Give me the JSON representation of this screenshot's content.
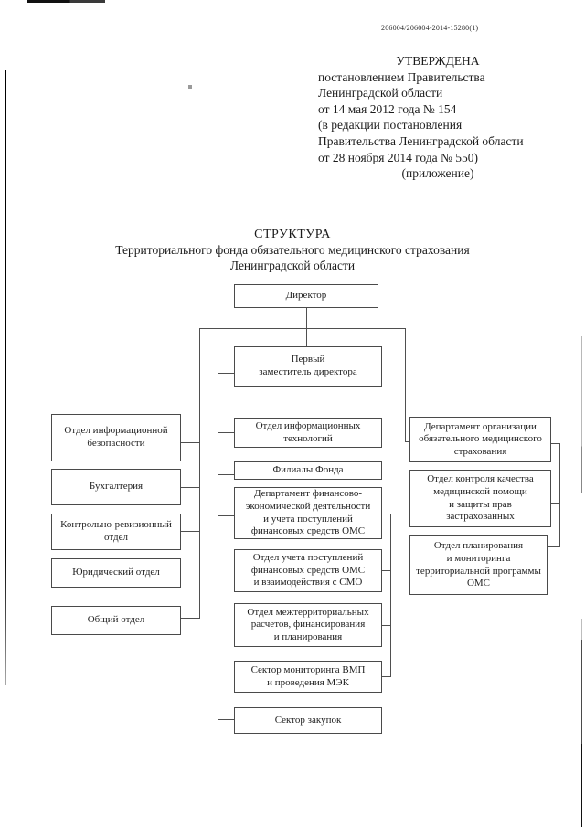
{
  "colors": {
    "paper": "#ffffff",
    "ink": "#1b1b1b",
    "connector_line": "#4f4f4f",
    "box_border": "#4a4a4a"
  },
  "doc_number": "206004/206004-2014-15280(1)",
  "approval": {
    "lines": [
      "УТВЕРЖДЕНА",
      "постановлением Правительства",
      "Ленинградской области",
      "от 14 мая 2012 года № 154",
      "(в редакции постановления",
      "Правительства Ленинградской области",
      "от 28 ноября 2014 года № 550)",
      "(приложение)"
    ]
  },
  "title": {
    "lines": [
      "СТРУКТУРА",
      "Территориального фонда обязательного медицинского страхования",
      "Ленинградской области"
    ]
  },
  "org": {
    "director": {
      "label": [
        "Директор"
      ]
    },
    "first_deputy": {
      "label": [
        "Первый",
        "заместитель директора"
      ]
    },
    "left_column": [
      {
        "label": [
          "Отдел информационной",
          "безопасности"
        ]
      },
      {
        "label": [
          "Бухгалтерия"
        ]
      },
      {
        "label": [
          "Контрольно-ревизионный",
          "отдел"
        ]
      },
      {
        "label": [
          "Юридический отдел"
        ]
      },
      {
        "label": [
          "Общий отдел"
        ]
      }
    ],
    "middle_column": [
      {
        "label": [
          "Отдел информационных",
          "технологий"
        ]
      },
      {
        "label": [
          "Филиалы Фонда"
        ]
      },
      {
        "label": [
          "Департамент финансово-",
          "экономической деятельности",
          "и учета поступлений",
          "финансовых средств ОМС"
        ]
      },
      {
        "label": [
          "Отдел учета поступлений",
          "финансовых средств ОМС",
          "и взаимодействия с СМО"
        ]
      },
      {
        "label": [
          "Отдел межтерриториальных",
          "расчетов, финансирования",
          "и планирования"
        ]
      },
      {
        "label": [
          "Сектор мониторинга ВМП",
          "и проведения МЭК"
        ]
      },
      {
        "label": [
          "Сектор закупок"
        ]
      }
    ],
    "right_column": [
      {
        "label": [
          "Департамент организации",
          "обязательного медицинского",
          "страхования"
        ]
      },
      {
        "label": [
          "Отдел контроля качества",
          "медицинской помощи",
          "и защиты прав",
          "застрахованных"
        ]
      },
      {
        "label": [
          "Отдел планирования",
          "и мониторинга",
          "территориальной программы",
          "ОМС"
        ]
      }
    ]
  }
}
